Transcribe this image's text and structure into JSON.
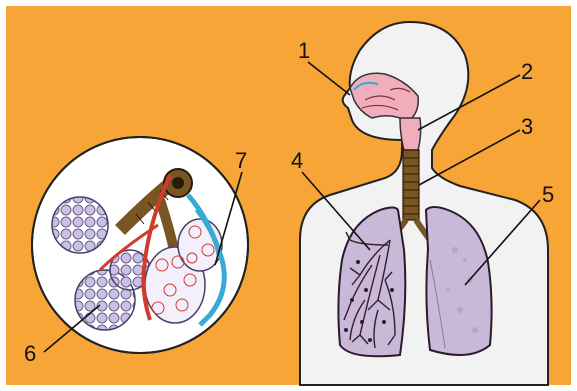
{
  "labels": {
    "l1": "1",
    "l2": "2",
    "l3": "3",
    "l4": "4",
    "l5": "5",
    "l6": "6",
    "l7": "7"
  },
  "colors": {
    "background": "#f6a536",
    "body_fill": "#f2f2f2",
    "lung_fill": "#c9b9d8",
    "lung_dark": "#5a2a4a",
    "trachea": "#6b4a1e",
    "nasal": "#f0aebc",
    "capillary_blue": "#39a9d6",
    "capillary_red": "#d23a2a",
    "alveoli": "#bdb4d9"
  }
}
